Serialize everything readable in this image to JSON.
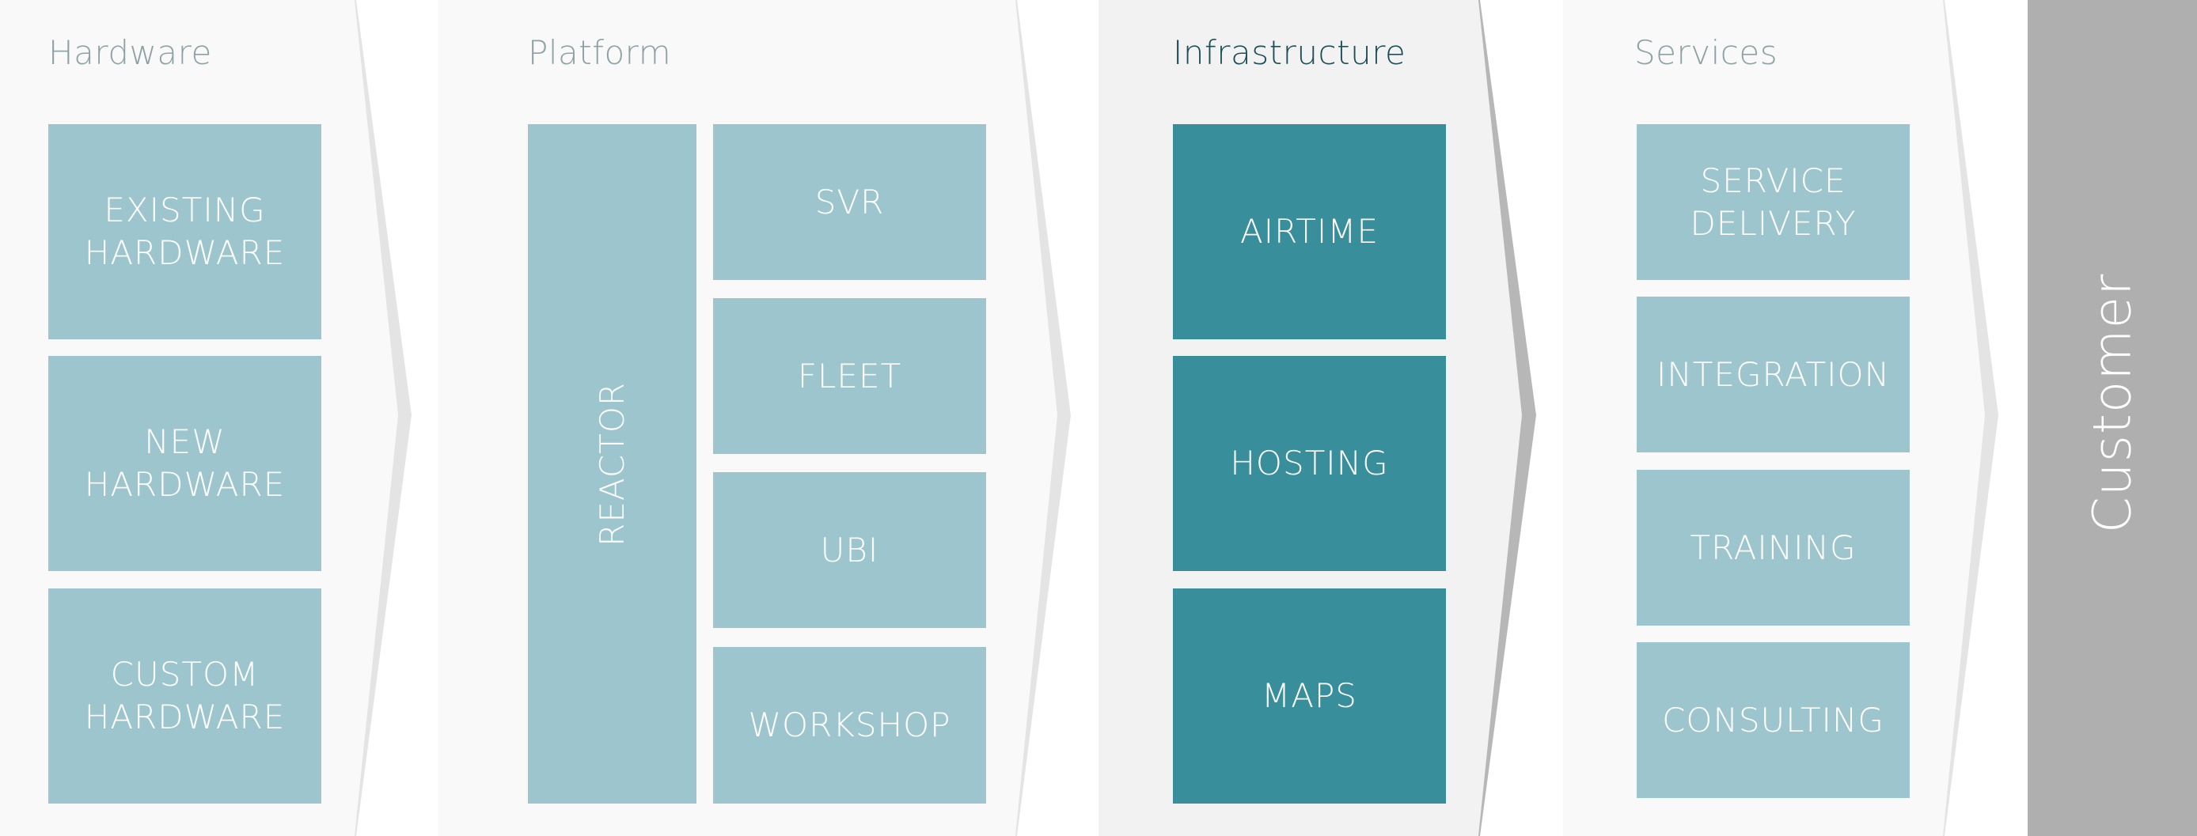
{
  "stages": [
    {
      "title": "Hardware",
      "items": [
        "EXISTING\nHARDWARE",
        "NEW\nHARDWARE",
        "CUSTOM\nHARDWARE"
      ]
    },
    {
      "title": "Platform",
      "side_item": "REACTOR",
      "items": [
        "SVR",
        "FLEET",
        "UBI",
        "WORKSHOP"
      ]
    },
    {
      "title": "Infrastructure",
      "items": [
        "AIRTIME",
        "HOSTING",
        "MAPS"
      ]
    },
    {
      "title": "Services",
      "items": [
        "SERVICE\nDELIVERY",
        "INTEGRATION",
        "TRAINING",
        "CONSULTING"
      ]
    }
  ],
  "customer": "Customer",
  "colors": {
    "stage_bg": "#f9f9f9",
    "stage_bg_active": "#f2f2f2",
    "box_light": "#9dc5cd",
    "box_dark": "#388e9a",
    "title_muted": "#8ea2a6",
    "title_active": "#1e4f58",
    "customer_bg": "#afafaf"
  }
}
